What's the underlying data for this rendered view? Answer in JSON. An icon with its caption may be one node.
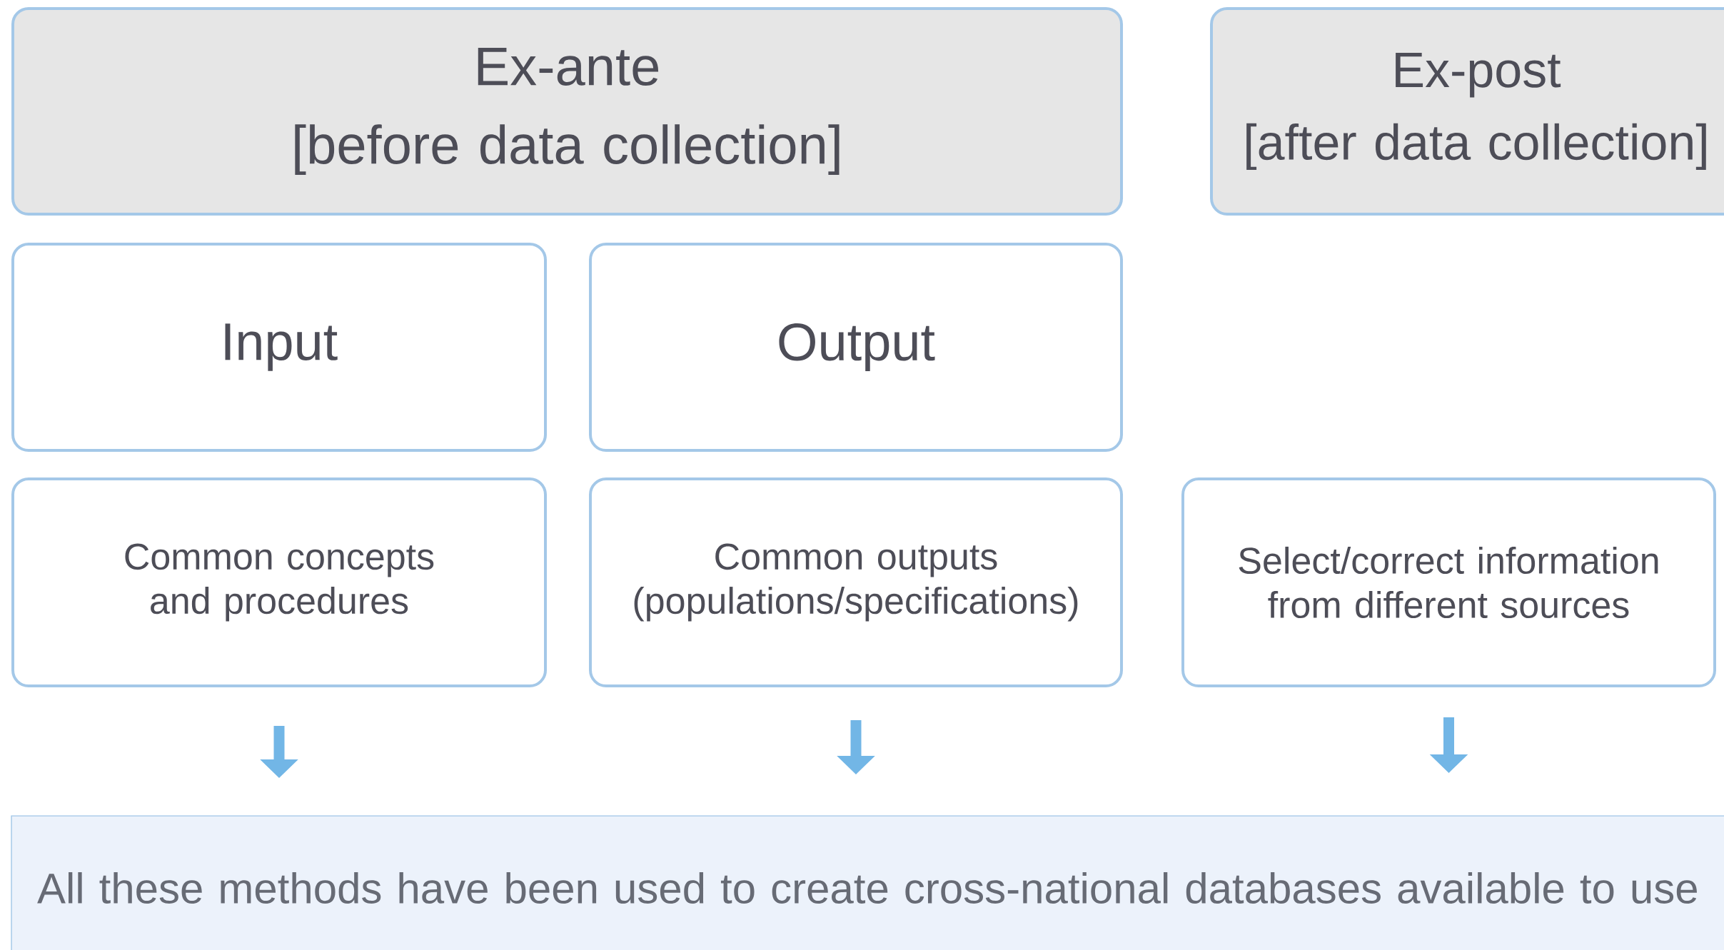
{
  "diagram": {
    "nodes": [
      {
        "text": [
          "Ex-ante",
          "[before data collection]"
        ]
      },
      {
        "text": [
          "Ex-post",
          "[after data collection]"
        ]
      },
      {
        "text": [
          "Input"
        ]
      },
      {
        "text": [
          "Output"
        ]
      },
      {
        "text": [
          "Common concepts and procedures"
        ]
      },
      {
        "text": [
          "Common outputs (populations/specifications)"
        ]
      },
      {
        "text": [
          "Select/correct information from different sources"
        ]
      },
      {
        "text": [
          "All these methods have been used to create cross-national databases available to use"
        ]
      }
    ],
    "edges": [
      {
        "from": 4,
        "to": 7,
        "arrow": "to"
      },
      {
        "from": 5,
        "to": 7,
        "arrow": "to"
      },
      {
        "from": 6,
        "to": 7,
        "arrow": "to"
      }
    ]
  }
}
